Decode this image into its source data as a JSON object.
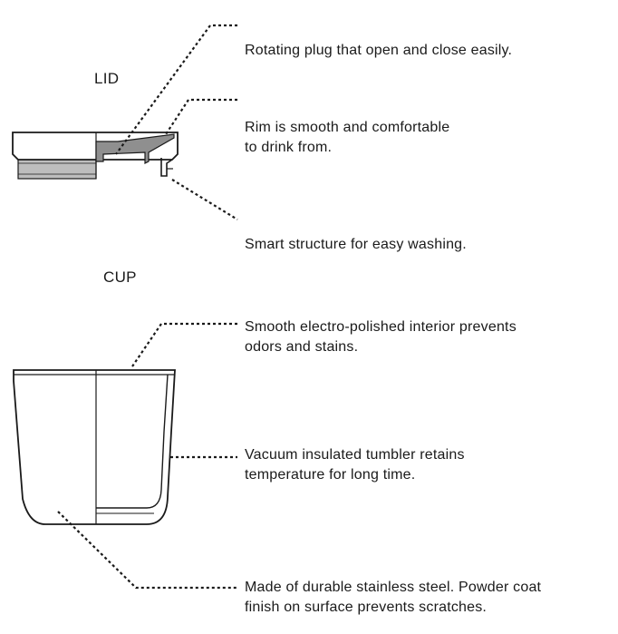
{
  "sections": {
    "lid": "LID",
    "cup": "CUP"
  },
  "callouts": {
    "plug": {
      "line1": "Rotating plug that open and close easily."
    },
    "rim": {
      "line1": "Rim is smooth and comfortable",
      "line2": "to drink from."
    },
    "washing": {
      "line1": "Smart structure for easy washing."
    },
    "interior": {
      "line1": "Smooth electro-polished interior prevents",
      "line2": "odors and stains."
    },
    "vacuum": {
      "line1": "Vacuum insulated tumbler retains",
      "line2": "temperature for long time."
    },
    "steel": {
      "line1": "Made of durable stainless steel. Powder coat",
      "line2": "finish on surface prevents scratches."
    }
  },
  "colors": {
    "line": "#1a1a1a",
    "lid_gray": "#9a9a9a",
    "thread_gray": "#bdbdbd",
    "background": "#ffffff"
  }
}
